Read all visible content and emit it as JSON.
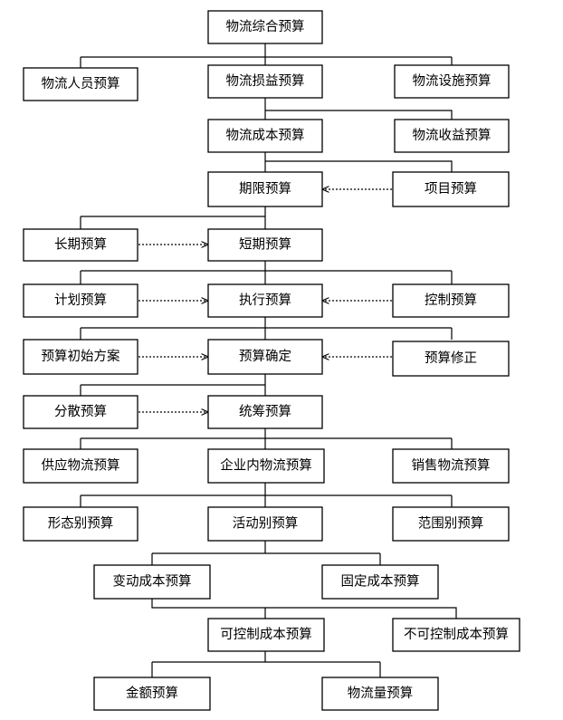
{
  "diagram": {
    "nodes": {
      "logistics_comprehensive_budget": "物流综合预算",
      "logistics_personnel_budget": "物流人员预算",
      "logistics_profit_loss_budget": "物流损益预算",
      "logistics_facility_budget": "物流设施预算",
      "logistics_cost_budget": "物流成本预算",
      "logistics_revenue_budget": "物流收益预算",
      "period_budget": "期限预算",
      "project_budget": "项目预算",
      "long_term_budget": "长期预算",
      "short_term_budget": "短期预算",
      "plan_budget": "计划预算",
      "execution_budget": "执行预算",
      "control_budget": "控制预算",
      "initial_budget_plan": "预算初始方案",
      "budget_confirmation": "预算确定",
      "budget_revision": "预算修正",
      "decentralized_budget": "分散预算",
      "coordinated_budget": "统筹预算",
      "supply_logistics_budget": "供应物流预算",
      "internal_logistics_budget": "企业内物流预算",
      "sales_logistics_budget": "销售物流预算",
      "form_budget": "形态别预算",
      "activity_budget": "活动别预算",
      "scope_budget": "范围别预算",
      "variable_cost_budget": "变动成本预算",
      "fixed_cost_budget": "固定成本预算",
      "controllable_cost_budget": "可控制成本预算",
      "uncontrollable_cost_budget": "不可控制成本预算",
      "amount_budget": "金额预算",
      "logistics_volume_budget": "物流量预算"
    }
  }
}
